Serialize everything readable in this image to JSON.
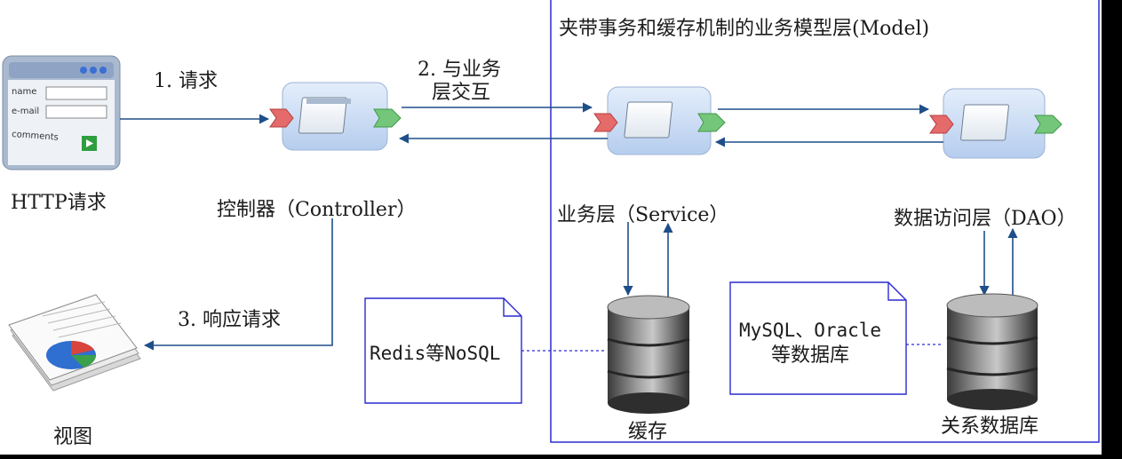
{
  "model_layer": {
    "title": "夹带事务和缓存机制的业务模型层(Model)"
  },
  "browser_form": {
    "field1": "name",
    "field2": "e-mail",
    "field3": "comments"
  },
  "labels": {
    "http_request": "HTTP请求",
    "step1": "1. 请求",
    "step2_line1": "2. 与业务",
    "step2_line2": "层交互",
    "controller": "控制器（Controller）",
    "service": "业务层（Service）",
    "dao": "数据访问层（DAO）",
    "step3": "3. 响应请求",
    "view": "视图",
    "cache": "缓存",
    "rdb": "关系数据库"
  },
  "notes": {
    "nosql": "Redis等NoSQL",
    "sql_line1": "MySQL、Oracle",
    "sql_line2": "等数据库"
  },
  "colors": {
    "arrow": "#1f4f88",
    "box_border": "#2a2ad0",
    "module_fill": "#cfe0f6"
  }
}
